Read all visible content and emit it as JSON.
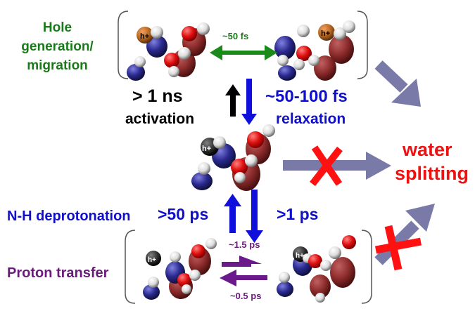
{
  "labels": {
    "hole_generation": "Hole generation/ migration",
    "fs50": "~50 fs",
    "ns1": "> 1 ns",
    "activation": "activation",
    "fs50_100": "~50-100 fs",
    "relaxation": "relaxation",
    "water": "water",
    "splitting": "splitting",
    "nh_deprotonation": "N-H deprotonation",
    "ps50": ">50 ps",
    "ps1": ">1 ps",
    "ps1_5": "~1.5 ps",
    "proton_transfer": "Proton transfer",
    "ps0_5": "~0.5 ps",
    "hole_symbol": "h+"
  },
  "colors": {
    "green": "#1a7a1a",
    "blue": "#1010cc",
    "purple": "#6a1a7a",
    "red": "#ee1111",
    "gray_arrow": "#7a7aa8",
    "oxygen": "#dd1111",
    "dark_red": "#992222",
    "nitrogen": "#2a2a90",
    "hydrogen": "#f0f0f0",
    "hole_orange": "#b5651d",
    "hole_black": "#222222"
  }
}
